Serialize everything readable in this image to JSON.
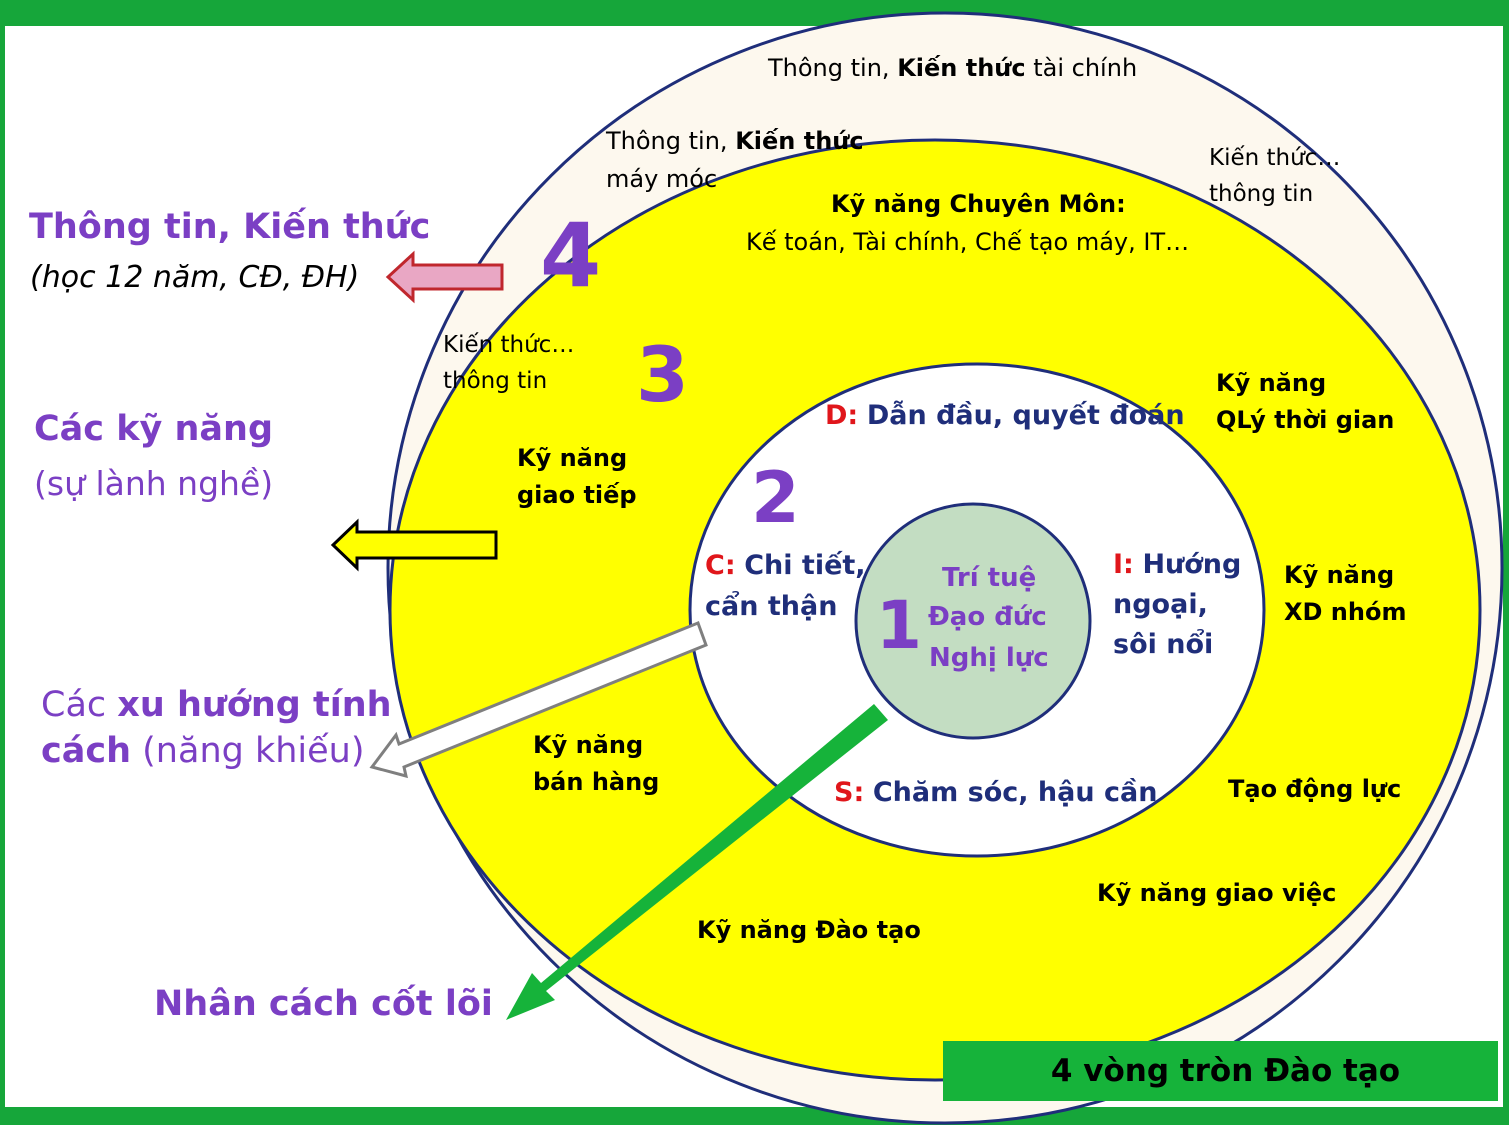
{
  "title": "4 vòng tròn Đào tạo",
  "colors": {
    "green": "#16a63a",
    "yellow": "#ffff00",
    "cream": "#fdf8ee",
    "core": "#c3ddc2",
    "purple": "#7b3fc4",
    "red": "#e0161b",
    "navy": "#1f2e7a",
    "arrow_red_fill": "#e9a7c4",
    "arrow_red_stroke": "#c0272d"
  },
  "ring_numbers": {
    "n1": "1",
    "n2": "2",
    "n3": "3",
    "n4": "4"
  },
  "core": {
    "line1": "Trí tuệ",
    "line2": "Đạo đức",
    "line3": "Nghị lực"
  },
  "ring2": {
    "d_letter": "D:",
    "d_text": "Dẫn đầu, quyết đoán",
    "c_letter": "C:",
    "c_text1": "Chi tiết,",
    "c_text2": "cẩn thận",
    "i_letter": "I:",
    "i_text1": "Hướng",
    "i_text2": "ngoại,",
    "i_text3": "sôi nổi",
    "s_letter": "S:",
    "s_text": "Chăm sóc, hậu cần"
  },
  "ring3": {
    "header": "Kỹ năng Chuyên Môn:",
    "subheader": "Kế toán, Tài chính, Chế tạo máy, IT…",
    "giao_tiep1": "Kỹ năng",
    "giao_tiep2": "giao tiếp",
    "qly1": "Kỹ năng",
    "qly2": "QLý thời gian",
    "xd1": "Kỹ năng",
    "xd2": "XD nhóm",
    "ban_hang1": "Kỹ năng",
    "ban_hang2": "bán hàng",
    "dong_luc": "Tạo động lực",
    "giao_viec": "Kỹ năng giao việc",
    "dao_tao": "Kỹ năng Đào tạo"
  },
  "ring4": {
    "top_prefix": "Thông tin, ",
    "top_bold": "Kiến thức",
    "top_suffix": " tài chính",
    "may_prefix": "Thông tin, ",
    "may_bold": "Kiến thức",
    "may_line2": "máy móc",
    "right1": "Kiến thức…",
    "right2": "thông tin",
    "left1": "Kiến thức…",
    "left2": "thông tin"
  },
  "left_labels": {
    "info_title": "Thông tin, Kiến thức",
    "info_sub": "(học 12 năm, CĐ, ĐH)",
    "skills_title": "Các kỹ năng",
    "skills_sub": "(sự lành nghề)",
    "trend_prefix": "Các ",
    "trend_bold1": "xu hướng tính",
    "trend_bold2": "cách",
    "trend_suffix": " (năng khiếu)",
    "core_title": "Nhân cách cốt lõi"
  }
}
